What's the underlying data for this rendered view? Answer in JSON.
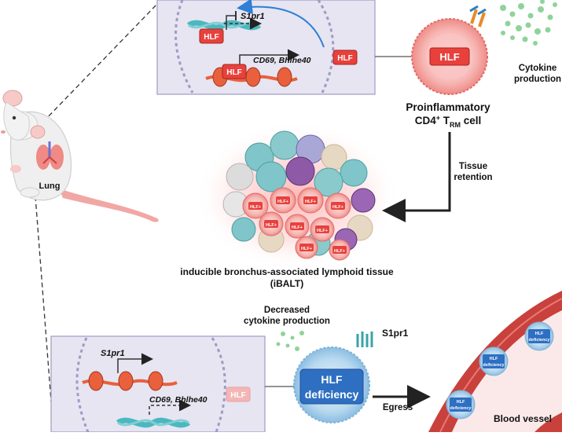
{
  "top_panel": {
    "gene_s1pr1": "S1pr1",
    "genes_cd69": "CD69, Bhlhe40",
    "hlf_bound_1": "HLF",
    "hlf_bound_2": "HLF",
    "hlf_free": "HLF"
  },
  "proinflammatory_cell": {
    "hlf_label": "HLF",
    "caption_line1": "Proinflammatory",
    "caption_cd4": "CD4",
    "caption_sup": "+",
    "caption_t": " T",
    "caption_sub": "RM",
    "caption_end": " cell"
  },
  "cytokine": {
    "line1": "Cytokine",
    "line2": "production"
  },
  "mouse": {
    "organ_label": "Lung"
  },
  "tissue_retention": {
    "line1": "Tissue",
    "line2": "retention"
  },
  "ibalt": {
    "line1": "inducible bronchus-associated lymphoid tissue",
    "line2": "(iBALT)",
    "cell_hlf_label": "HLF+"
  },
  "decreased": {
    "line1": "Decreased",
    "line2": "cytokine production"
  },
  "s1pr1_receptor_label": "S1pr1",
  "deficient_cell": {
    "line1": "HLF",
    "line2": "deficiency"
  },
  "bottom_panel": {
    "gene_s1pr1": "S1pr1",
    "genes_cd69": "CD69, Bhlhe40",
    "hlf_faded": "HLF"
  },
  "egress_label": "Egress",
  "blood_vessel": {
    "label": "Blood vessel",
    "cell_line1": "HLF",
    "cell_line2": "deficiency"
  },
  "colors": {
    "panel_bg": "#e6e5f1",
    "nucleus_stroke": "#9f9bc5",
    "hlf_red": "#e8413c",
    "hlf_faded": "#f3b6b4",
    "dna_orange": "#e8603c",
    "dna_teal": "#4cb7bf",
    "vessel_red": "#c9413c",
    "deficiency_blue": "#2e6fc2",
    "arrow_blue": "#2e7fd6"
  }
}
